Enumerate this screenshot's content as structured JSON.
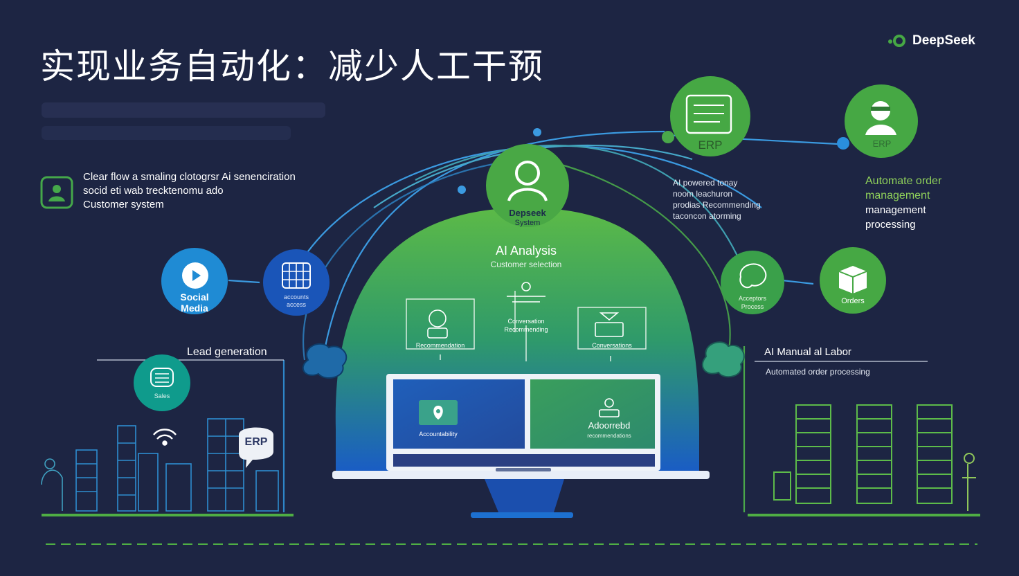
{
  "header": {
    "title": "实现业务自动化：减少人工干预",
    "brand": "DeepSeek"
  },
  "left_panel": {
    "lines": [
      "Clear flow a smaling clotogrsr Ai senenciration",
      "socid eti wab trecktenomu ado",
      "Customer system"
    ],
    "social_media_label": [
      "Social",
      "Media"
    ],
    "grid_node_label": [
      "accounts",
      "access"
    ],
    "lead_generation": "Lead generation",
    "sales_node_label": "Sales",
    "erp_bubble": "ERP"
  },
  "center": {
    "system_node": [
      "Depseek",
      "System"
    ],
    "ai_analysis_title": "AI Analysis",
    "ai_analysis_sub": "Customer selection",
    "box_left_label": "Recommendation",
    "mid_labels": [
      "Conversation",
      "Recommending"
    ],
    "box_right_label": "Conversations",
    "screen_left_label": "Accountability",
    "screen_right_title": "Adoorrebd",
    "screen_right_sub": "recommendations"
  },
  "right_panel": {
    "erp_top_1": "ERP",
    "erp_top_2": "ERP",
    "ai_lines": [
      "AI powered tonay",
      "noom leachuron",
      "prodias Recommending",
      "taconcon atorming"
    ],
    "automate_text": [
      "Automate order",
      "management",
      "management",
      "processing"
    ],
    "acceptors_label": [
      "Acceptors",
      "Process"
    ],
    "orders_label": "Orders",
    "manual_labor": "AI Manual al Labor",
    "order_processing": "Automated order processing"
  },
  "icons": [
    "person-icon",
    "play-icon",
    "grid-icon",
    "document-icon",
    "server-icon",
    "wifi-icon",
    "location-pin-icon",
    "box-icon",
    "brain-icon",
    "cloud-icon"
  ],
  "colors": {
    "background": "#1d2543",
    "blue_node": "#1f8bd4",
    "green_node": "#46a844",
    "teal_node": "#0f9b8c",
    "dome_top": "#58b848",
    "dome_bottom": "#1565c8",
    "line_blue": "#3b9ae0",
    "server_green": "#5dbb4a"
  }
}
